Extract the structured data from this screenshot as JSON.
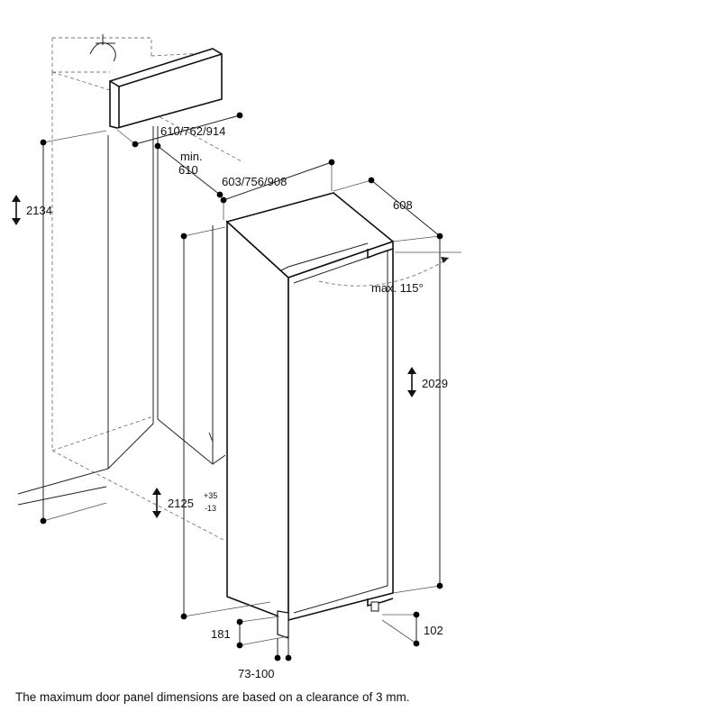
{
  "dimensions": {
    "niche_height": "2134",
    "niche_width_options": "610/762/914",
    "min_depth_label": "min.",
    "min_depth_value": "610",
    "appliance_width_options": "603/756/908",
    "appliance_depth": "608",
    "door_angle": "max. 115°",
    "appliance_height": "2029",
    "adjust_height": "2125",
    "adjust_plus": "+35",
    "adjust_minus": "-13",
    "plinth_depth": "181",
    "foot_height": "102",
    "plinth_range": "73-100"
  },
  "caption": "The maximum door panel dimensions are based on a clearance of 3 mm."
}
